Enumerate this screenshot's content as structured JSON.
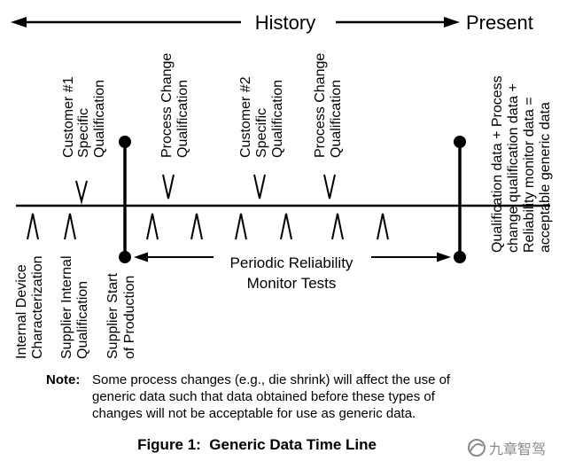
{
  "header": {
    "past_label": "History",
    "present_label": "Present"
  },
  "events_above": [
    {
      "lines": [
        "Customer #1",
        "Specific",
        "Qualification"
      ]
    },
    {
      "lines": [
        "Process Change",
        "Qualification"
      ]
    },
    {
      "lines": [
        "Customer #2",
        "Specific",
        "Qualification"
      ]
    },
    {
      "lines": [
        "Process Change",
        "Qualification"
      ]
    }
  ],
  "events_below": [
    {
      "lines": [
        "Internal Device",
        "Characterization"
      ]
    },
    {
      "lines": [
        "Supplier Internal",
        "Qualification"
      ]
    },
    {
      "lines": [
        "Supplier Start",
        "of Production"
      ]
    }
  ],
  "periodic": {
    "lines": [
      "Periodic Reliability",
      "Monitor Tests"
    ]
  },
  "result": {
    "lines": [
      "Qualification data + Process",
      "change qualification data +",
      "Reliability monitor data =",
      "acceptable generic data"
    ]
  },
  "note": {
    "label": "Note:",
    "lines": [
      "Some process changes (e.g., die shrink) will affect the use of",
      "generic data such that data obtained before these types of",
      "changes will not be acceptable for use as generic data."
    ]
  },
  "caption": "Figure 1:  Generic Data Time Line",
  "watermark": {
    "text": "九章智驾"
  },
  "colors": {
    "ink": "#000000",
    "watermark": "#8a8a8a",
    "background": "#ffffff"
  }
}
